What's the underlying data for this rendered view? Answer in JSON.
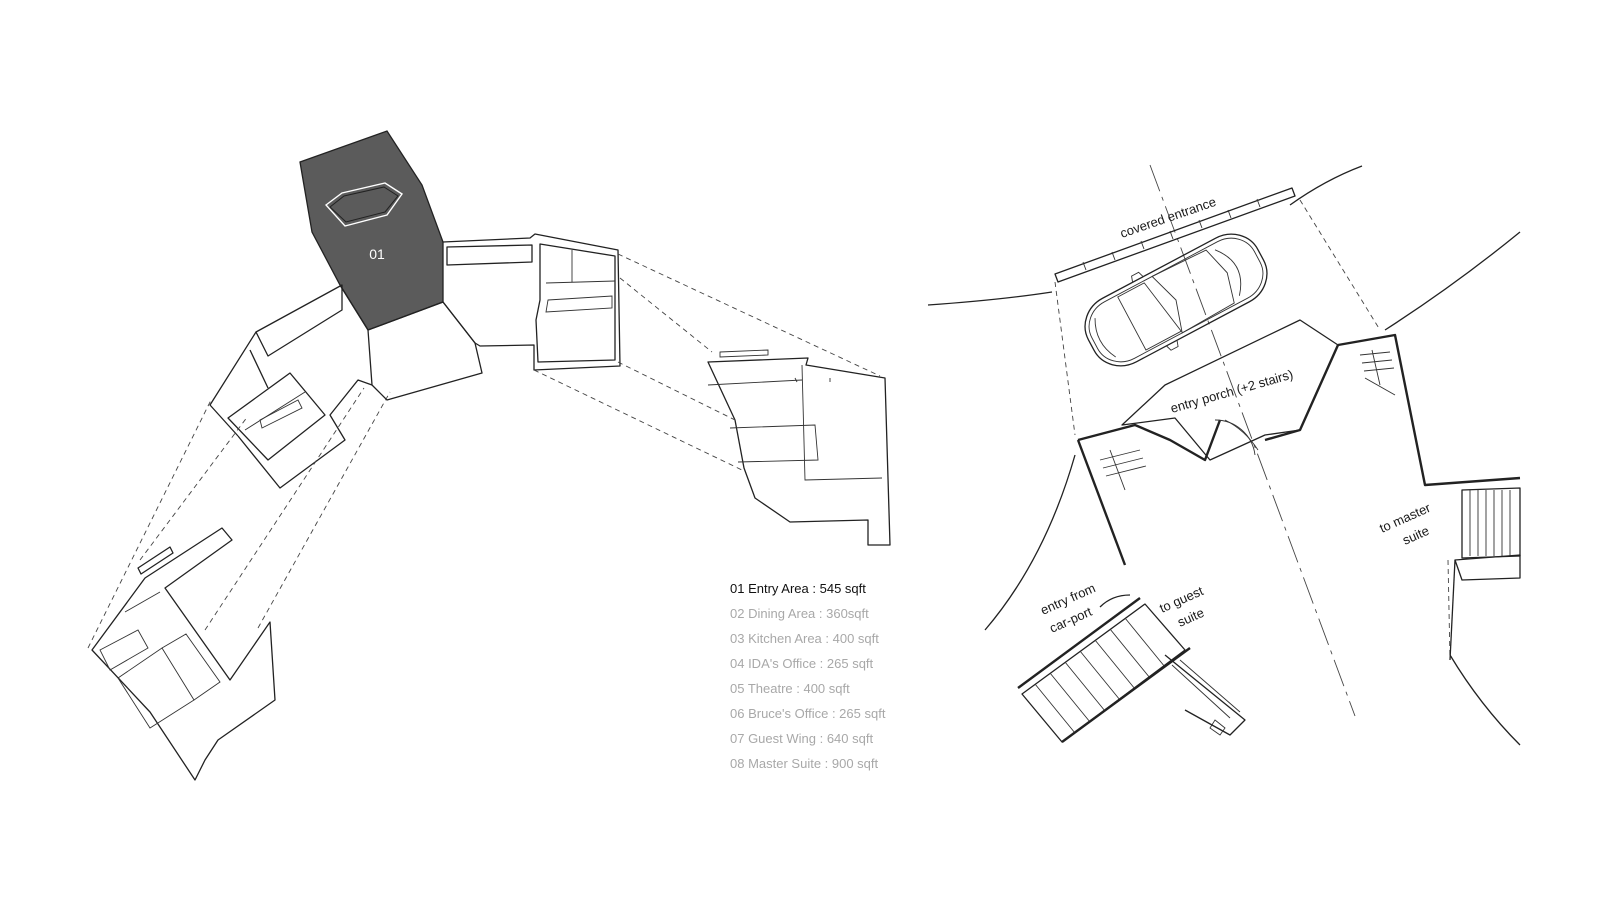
{
  "highlight": {
    "room_number": "01",
    "fill_color": "#5b5b5b"
  },
  "legend": [
    {
      "text": "01 Entry Area : 545 sqft",
      "active": true
    },
    {
      "text": "02 Dining Area : 360sqft",
      "active": false
    },
    {
      "text": "03 Kitchen Area : 400 sqft",
      "active": false
    },
    {
      "text": "04 IDA's Office : 265 sqft",
      "active": false
    },
    {
      "text": "05 Theatre : 400 sqft",
      "active": false
    },
    {
      "text": "06 Bruce's Office : 265 sqft",
      "active": false
    },
    {
      "text": "07 Guest Wing : 640 sqft",
      "active": false
    },
    {
      "text": "08 Master Suite : 900 sqft",
      "active": false
    }
  ],
  "legend_colors": {
    "active": "#111111",
    "inactive": "#a8a8a8"
  },
  "detail": {
    "covered_entrance": "covered entrance",
    "entry_porch": "entry porch (+2 stairs)",
    "entry_from_1": "entry from",
    "entry_from_2": "car-port",
    "to_guest_1": "to guest",
    "to_guest_2": "suite",
    "to_master_1": "to master",
    "to_master_2": "suite"
  }
}
